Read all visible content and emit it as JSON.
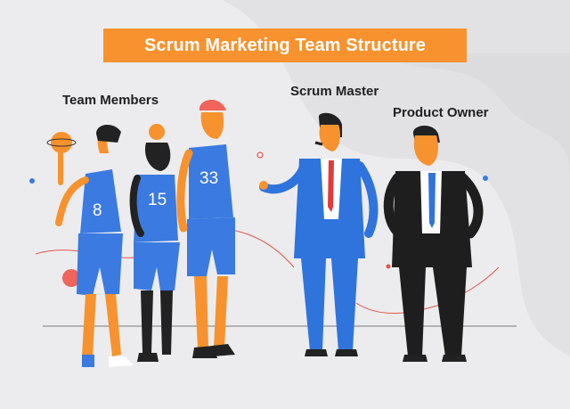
{
  "title": "Scrum Marketing Team Structure",
  "labels": {
    "team_members": "Team Members",
    "scrum_master": "Scrum Master",
    "product_owner": "Product Owner"
  },
  "jerseys": [
    "8",
    "15",
    "33"
  ],
  "colors": {
    "title_bg": "#f7922e",
    "accent_orange": "#f7922e",
    "jersey_blue": "#3b7ae0",
    "suit_blue": "#2f74dc",
    "suit_black": "#1e1e1e",
    "tie_red": "#e23a3a",
    "background": "#ececee"
  }
}
